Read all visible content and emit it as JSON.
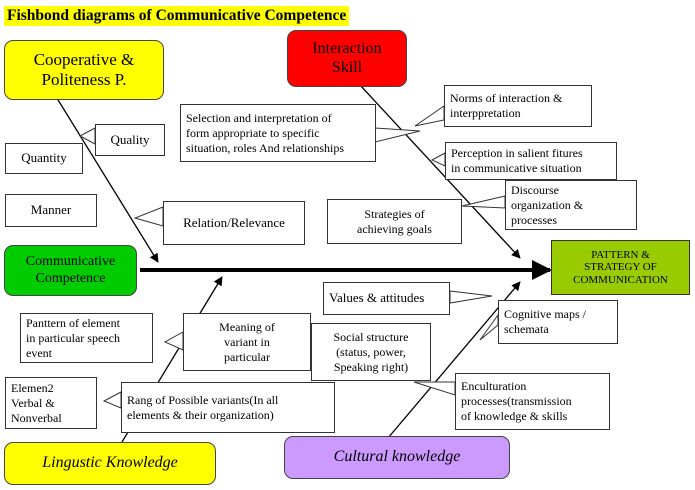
{
  "title": "Fishbond diagrams of Communicative Competence",
  "head": "PATTERN &\nSTRATEGY  OF\nCOMMUNICATION",
  "spine_start": "Communicative\nCompetence",
  "categories": {
    "cooperative": "Cooperative &\nPoliteness P.",
    "interaction": "Interaction\nSkill",
    "linguistic": "Lingustic Knowledge",
    "cultural": "Cultural knowledge"
  },
  "notes": {
    "quality": "Quality",
    "quantity": "Quantity",
    "manner": "Manner",
    "relation": "Relation/Relevance",
    "selection": "Selection and interpretation of\nform          appropriate to specific\nsituation, roles And relationships",
    "norms": "Norms of interaction &\ninterppretation",
    "perception": "Perception in salient fitures\nin communicative situation",
    "discourse": "Discourse\norganization &\nprocesses",
    "strategies": "Strategies of\nachieving goals",
    "values": "Values & attitudes",
    "cognitive": "Cognitive maps /\nschemata",
    "social": "Social structure\n(status, power,\nSpeaking right)",
    "enculturation": "Enculturation\nprocesses(transmission\nof knowledge & skills",
    "pattern": "Panttern of element\nin particular speech\nevent",
    "meaning": "Meaning of\nvariant in\nparticular",
    "elements": "Elemen2\nVerbal &\nNonverbal",
    "range": "Rang of Possible variants(In all\nelements & their organization)"
  },
  "colors": {
    "yellow": "#ffff00",
    "red": "#ff0000",
    "purple": "#cc99ff",
    "green": "#00cc00",
    "olive": "#99cc00"
  }
}
